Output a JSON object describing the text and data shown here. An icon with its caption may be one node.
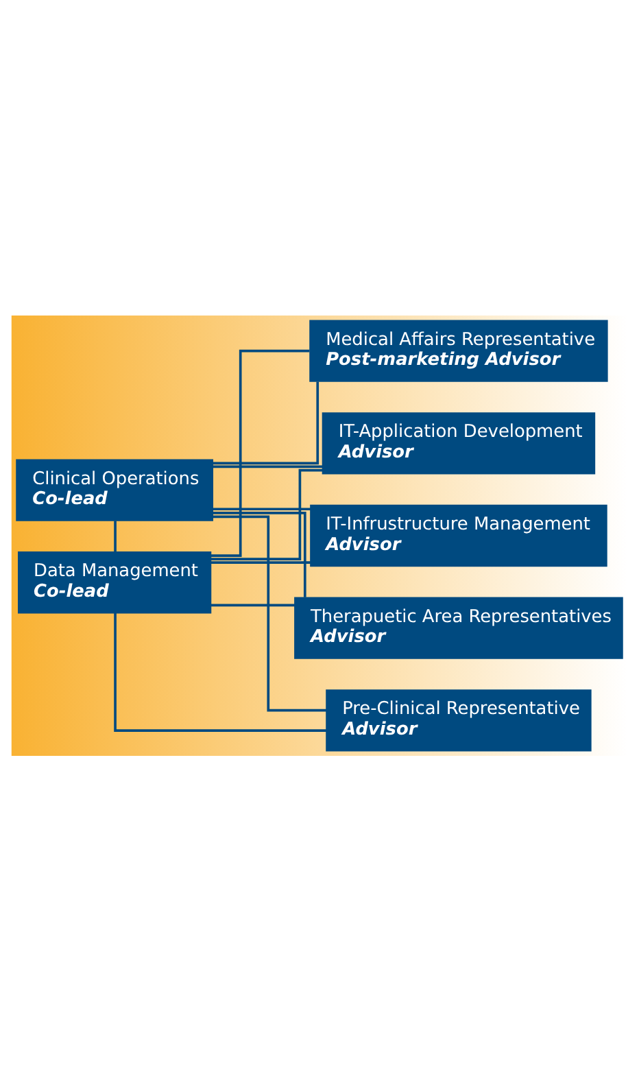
{
  "diagram": {
    "nodes": [
      {
        "text": [
          "Clinical Operations",
          "Co-lead"
        ]
      },
      {
        "text": [
          "Data Management",
          "Co-lead"
        ]
      },
      {
        "text": [
          "IT-Application Development",
          "Advisor"
        ]
      },
      {
        "text": [
          "IT-Infrustructure Management",
          "Advisor"
        ]
      },
      {
        "text": [
          "Therapuetic Area Representatives",
          "Advisor"
        ]
      },
      {
        "text": [
          "Pre-Clinical Representative",
          "Advisor"
        ]
      },
      {
        "text": [
          "Medical Affairs Representative",
          "Post-marketing Advisor"
        ]
      }
    ],
    "edges": [
      {
        "from": 0,
        "to": 1,
        "arrow": "none"
      },
      {
        "from": 0,
        "to": 2,
        "arrow": "none"
      },
      {
        "from": 0,
        "to": 3,
        "arrow": "none"
      },
      {
        "from": 0,
        "to": 4,
        "arrow": "none"
      },
      {
        "from": 0,
        "to": 5,
        "arrow": "none"
      },
      {
        "from": 0,
        "to": 6,
        "arrow": "none"
      },
      {
        "from": 1,
        "to": 2,
        "arrow": "none"
      },
      {
        "from": 1,
        "to": 3,
        "arrow": "none"
      },
      {
        "from": 1,
        "to": 4,
        "arrow": "none"
      },
      {
        "from": 1,
        "to": 5,
        "arrow": "none"
      },
      {
        "from": 1,
        "to": 6,
        "arrow": "none"
      }
    ]
  }
}
